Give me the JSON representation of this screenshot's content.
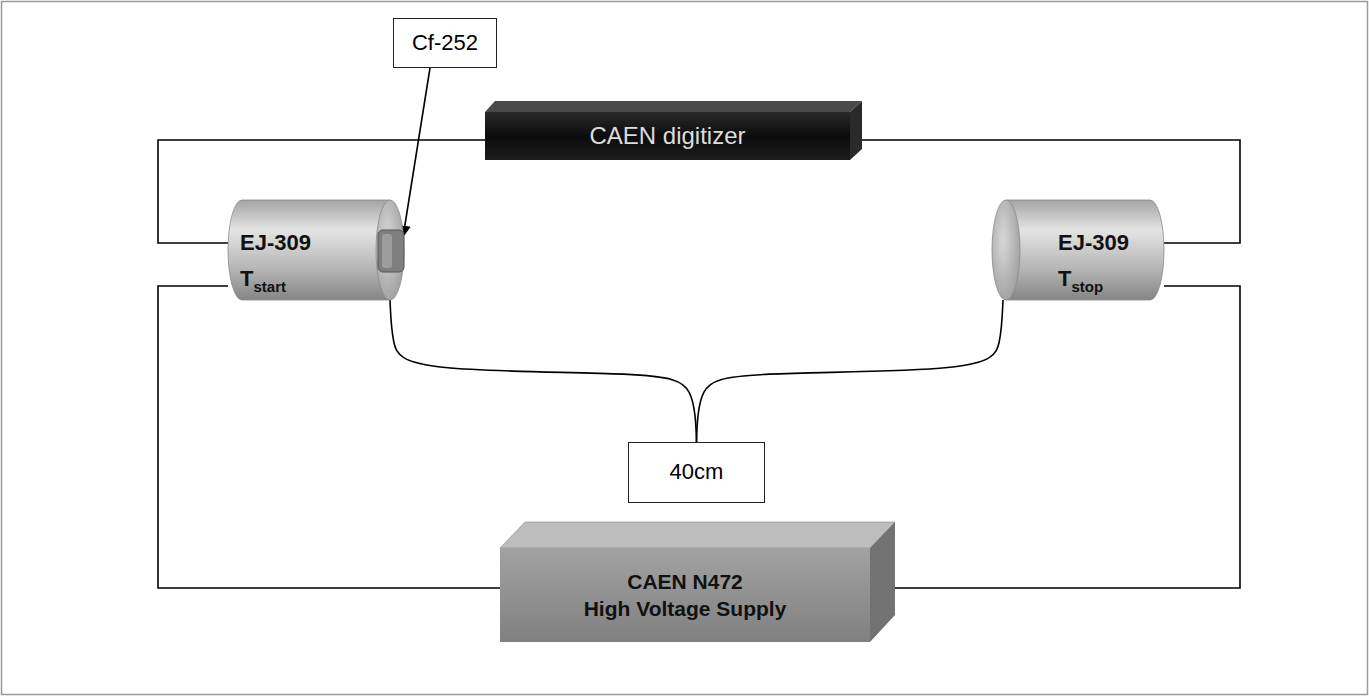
{
  "diagram": {
    "nodes": [
      {
        "text": [
          "Cf-252"
        ]
      },
      {
        "text": [
          "CAEN digitizer"
        ]
      },
      {
        "text": [
          "EJ-309",
          "T",
          "start"
        ]
      },
      {
        "text": [
          "EJ-309",
          "T",
          "stop"
        ]
      },
      {
        "text": [
          "40cm"
        ]
      },
      {
        "text": [
          "CAEN N472",
          "High Voltage Supply"
        ]
      }
    ],
    "edges": [
      {
        "from": 0,
        "to": 2,
        "arrow": "to"
      },
      {
        "from": 1,
        "to": 2,
        "arrow": "none"
      },
      {
        "from": 1,
        "to": 3,
        "arrow": "none"
      },
      {
        "from": 2,
        "to": 4,
        "arrow": "none"
      },
      {
        "from": 3,
        "to": 4,
        "arrow": "none"
      },
      {
        "from": 2,
        "to": 5,
        "arrow": "none"
      },
      {
        "from": 3,
        "to": 5,
        "arrow": "none"
      }
    ]
  }
}
